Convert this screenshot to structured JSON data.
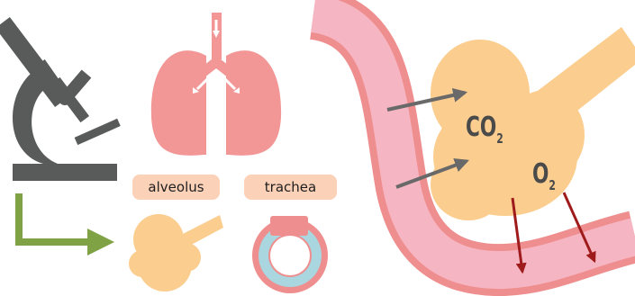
{
  "labels": {
    "alveolus": "alveolus",
    "trachea": "trachea"
  },
  "gases": {
    "co2_base": "CO",
    "co2_sub": "2",
    "o2_base": "O",
    "o2_sub": "2"
  },
  "colors": {
    "microscope": "#595b5a",
    "lungs": "#f29696",
    "alveolus": "#fbcd8e",
    "label_pill": "#fbd1b8",
    "vessel_fill": "#f6b5c3",
    "vessel_border": "#ef8e8e",
    "trachea_inner": "#a9d6df",
    "green_arrow": "#7fa244",
    "gray_arrow": "#696969",
    "red_arrow": "#9f1b1b"
  }
}
